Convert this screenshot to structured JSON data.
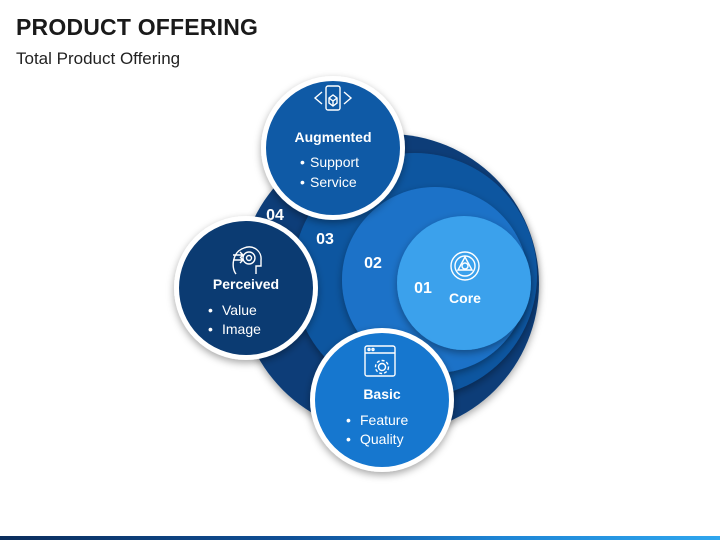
{
  "title": "PRODUCT OFFERING",
  "subtitle": "Total Product Offering",
  "levels": [
    {
      "number": "01",
      "name": "Core",
      "icon": "steering-wheel-icon",
      "color": "#3aa1ec"
    },
    {
      "number": "02",
      "color": "#1d72c8"
    },
    {
      "number": "03",
      "color": "#0e56a0"
    },
    {
      "number": "04",
      "color": "#0a3e78"
    }
  ],
  "cards": {
    "augmented": {
      "title": "Augmented",
      "icon": "phone-cube-icon",
      "items": [
        "Support",
        "Service"
      ],
      "color": "#0f5aa6"
    },
    "perceived": {
      "title": "Perceived",
      "icon": "head-target-icon",
      "items": [
        "Value",
        "Image"
      ],
      "color": "#0b3b72"
    },
    "basic": {
      "title": "Basic",
      "icon": "window-gear-icon",
      "items": [
        "Feature",
        "Quality"
      ],
      "color": "#1677cf"
    }
  }
}
